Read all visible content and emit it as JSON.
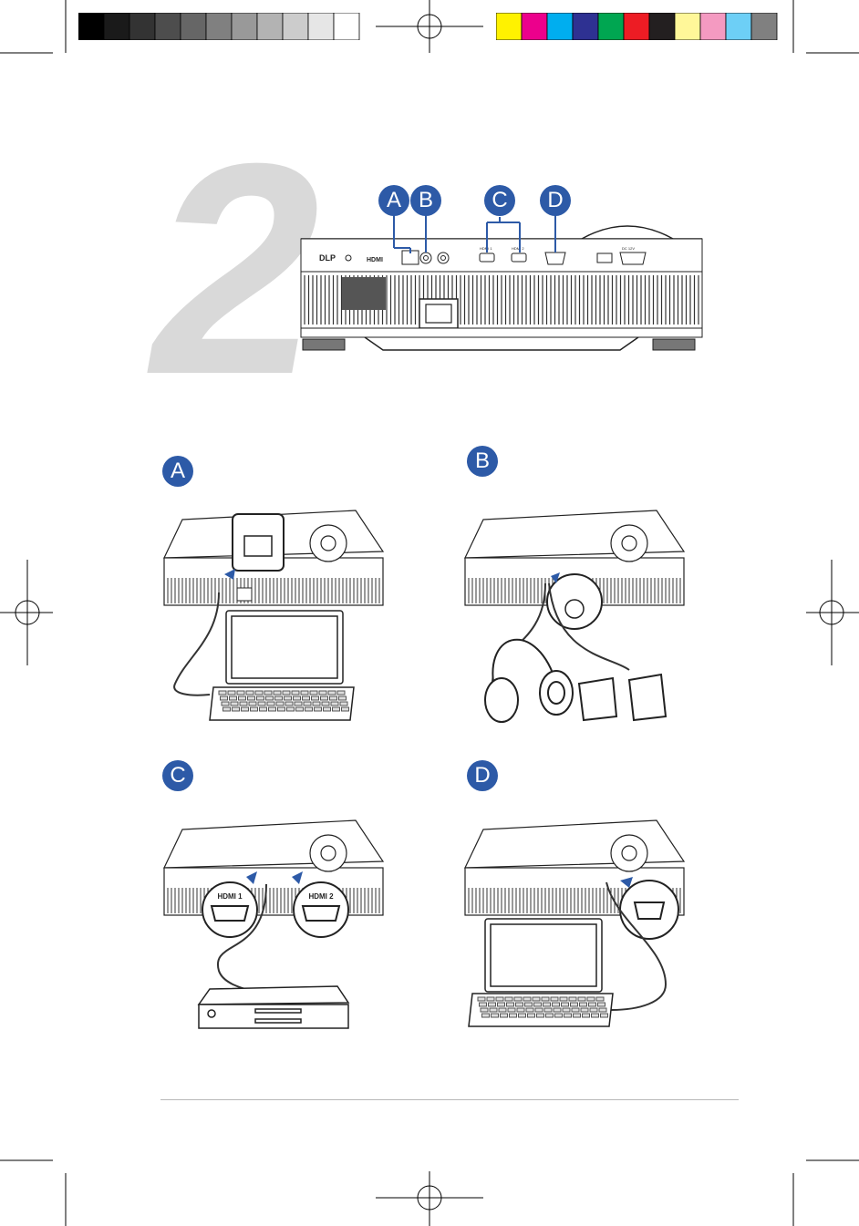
{
  "print_marks": {
    "grayscale_bar": [
      "#000000",
      "#1a1a1a",
      "#333333",
      "#4d4d4d",
      "#666666",
      "#808080",
      "#999999",
      "#b3b3b3",
      "#cccccc",
      "#e6e6e6",
      "#ffffff"
    ],
    "color_bar": [
      "#fff200",
      "#ec008c",
      "#00aeef",
      "#2e3192",
      "#00a651",
      "#ed1c24",
      "#231f20",
      "#fff799",
      "#f49ac1",
      "#6dcff6",
      "#808080"
    ]
  },
  "step": {
    "number": "2"
  },
  "top_diagram": {
    "callouts": [
      "A",
      "B",
      "C",
      "D"
    ],
    "port_labels": {
      "hdmi1": "HDMI 1",
      "hdmi2": "HDMI 2",
      "dc": "DC 12V"
    }
  },
  "panels": [
    {
      "letter": "A"
    },
    {
      "letter": "B"
    },
    {
      "letter": "C",
      "zoom_labels": [
        "HDMI 1",
        "HDMI 2"
      ]
    },
    {
      "letter": "D"
    }
  ],
  "colors": {
    "accent": "#2d5aa7",
    "step_number": "#d9d9d9",
    "line": "#333333"
  }
}
